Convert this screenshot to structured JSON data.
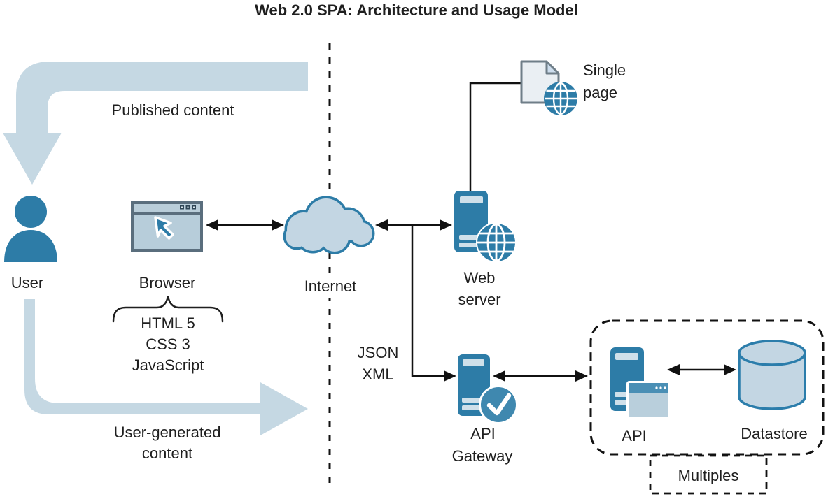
{
  "title": "Web 2.0 SPA: Architecture and Usage Model",
  "colors": {
    "primary_blue": "#2d7ca7",
    "flow_light_blue": "#c5d8e3",
    "browser_panel_blue": "#b7cdda",
    "accent_blue": "#4a8fb5",
    "browser_frame": "#5a6e7d",
    "document_fill": "#eaeff3",
    "text": "#1f1f1f"
  },
  "client": {
    "published_flow": "Published content",
    "user_generated_flow": [
      "User-generated",
      "content"
    ],
    "user_label": "User",
    "browser_label": "Browser",
    "browser_tech": [
      "HTML 5",
      "CSS 3",
      "JavaScript"
    ]
  },
  "network": {
    "internet_label": "Internet",
    "payload": [
      "JSON",
      "XML"
    ]
  },
  "server": {
    "web_server": [
      "Web",
      "server"
    ],
    "single_page": [
      "Single",
      "page"
    ],
    "api_gateway": [
      "API",
      "Gateway"
    ],
    "api_label": "API",
    "datastore_label": "Datastore",
    "multiples_label": "Multiples"
  }
}
